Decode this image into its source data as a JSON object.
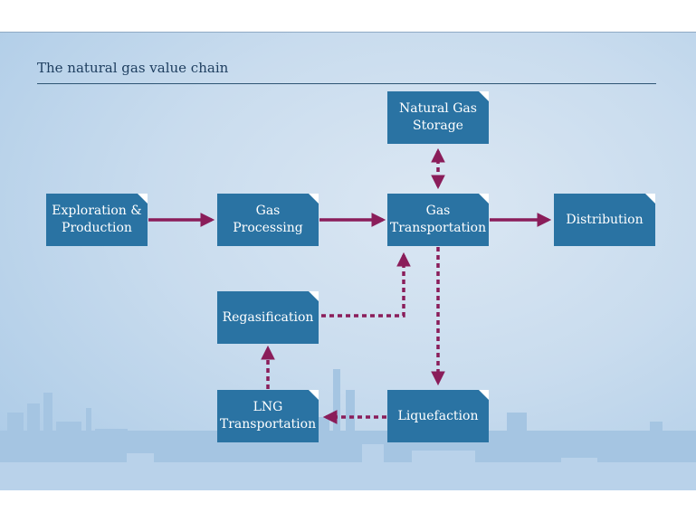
{
  "title": "The natural gas value chain",
  "colors": {
    "box": "#2a73a3",
    "arrow": "#8a1d5a",
    "rule": "#2e5574"
  },
  "nodes": {
    "exploration": "Exploration &\nProduction",
    "processing": "Gas\nProcessing",
    "transportation": "Gas\nTransportation",
    "storage": "Natural Gas\nStorage",
    "distribution": "Distribution",
    "regasification": "Regasification",
    "lng_transportation": "LNG\nTransportation",
    "liquefaction": "Liquefaction"
  }
}
